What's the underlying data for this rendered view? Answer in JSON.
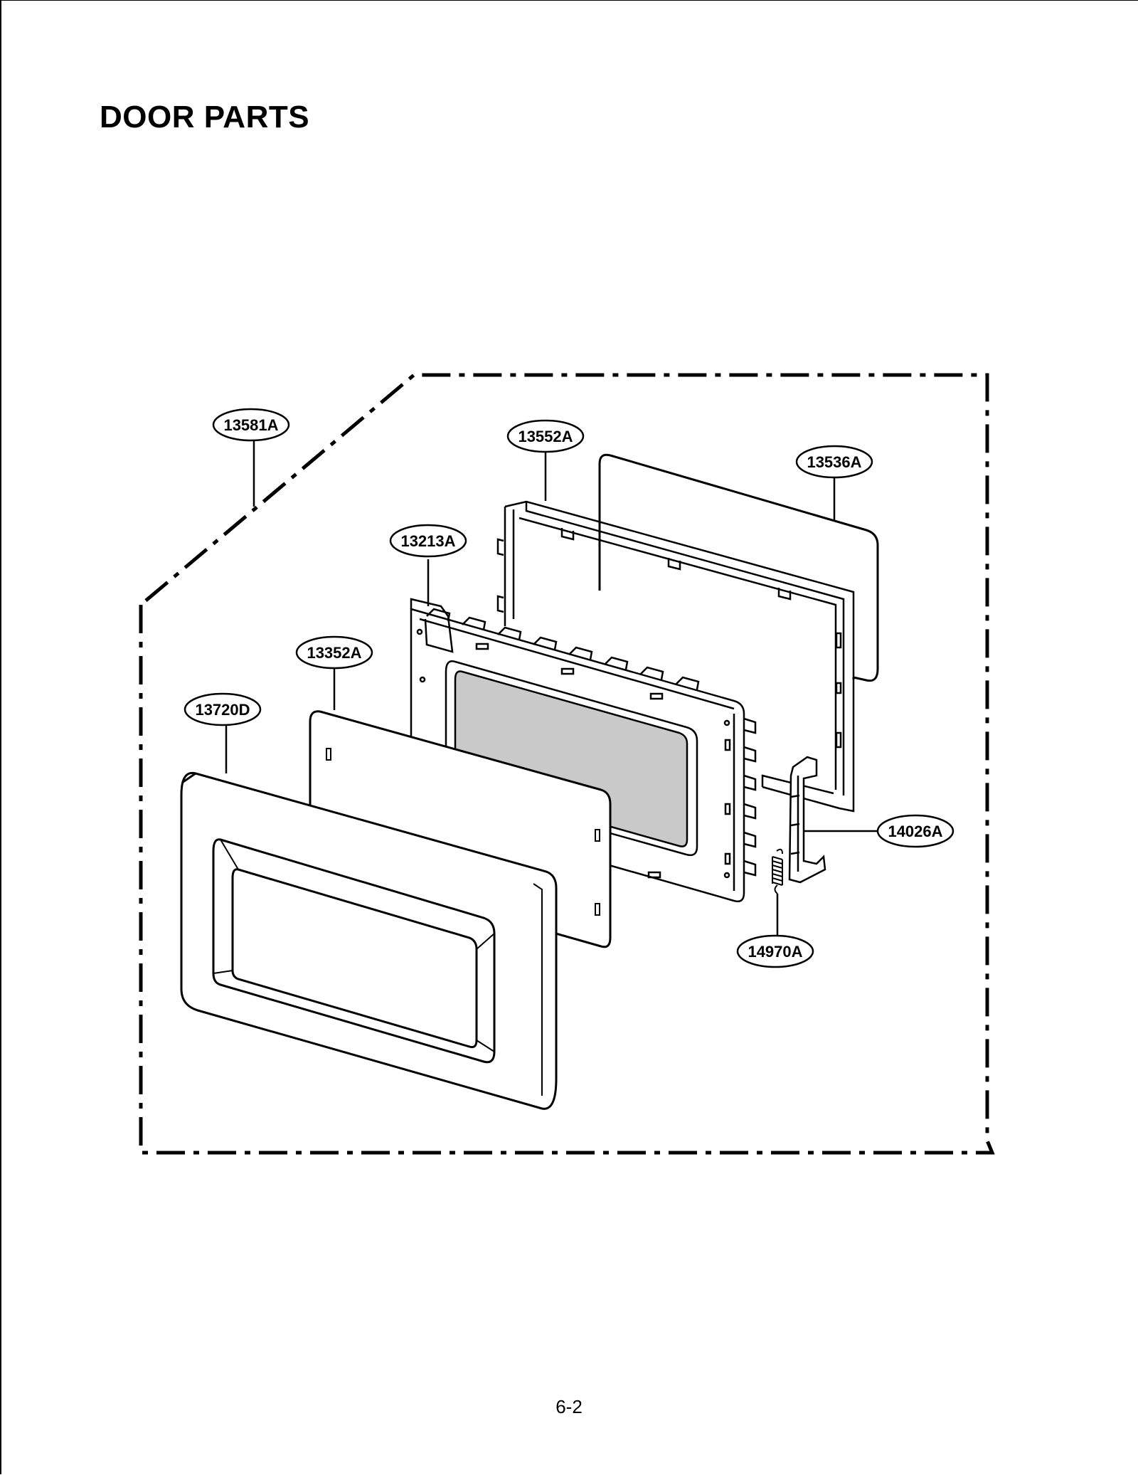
{
  "page": {
    "title": "DOOR PARTS",
    "page_number": "6-2"
  },
  "parts": {
    "p13581A": "13581A",
    "p13552A": "13552A",
    "p13536A": "13536A",
    "p13213A": "13213A",
    "p13352A": "13352A",
    "p13720D": "13720D",
    "p14026A": "14026A",
    "p14970A": "14970A"
  }
}
